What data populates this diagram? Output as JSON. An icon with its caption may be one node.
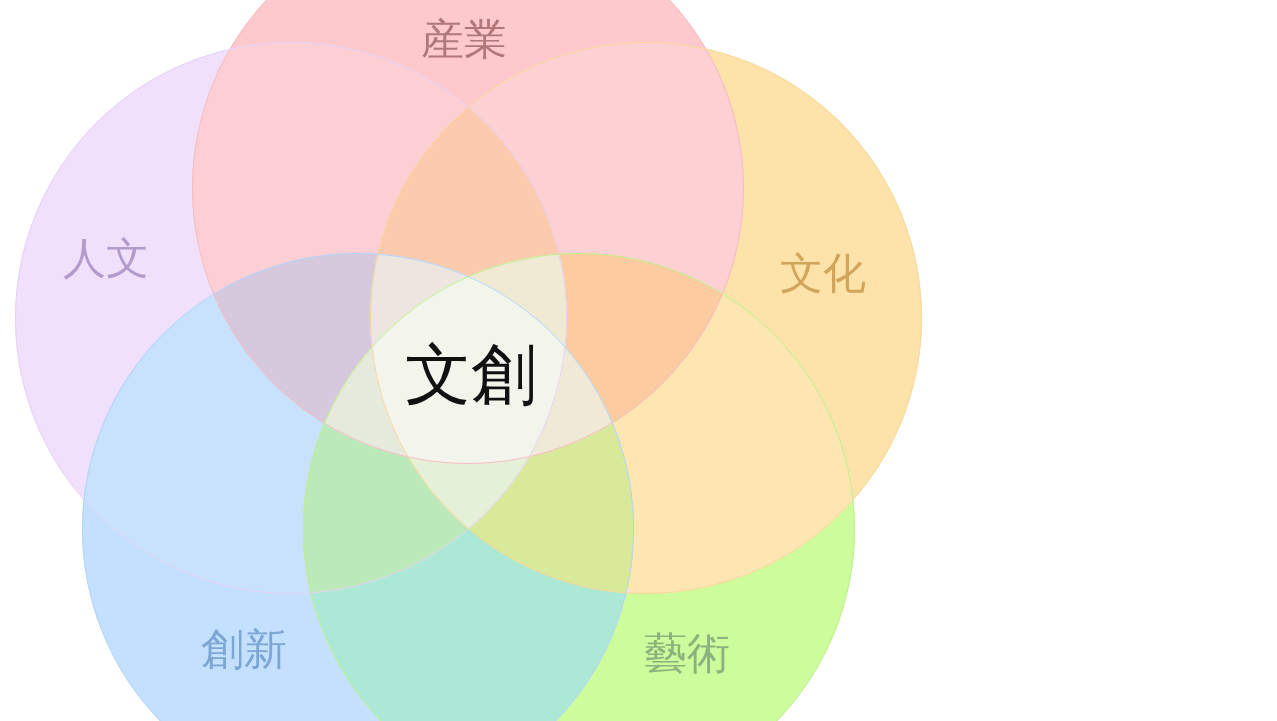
{
  "diagram": {
    "nodes": [
      {
        "text": [
          "産業"
        ]
      },
      {
        "text": [
          "人文"
        ]
      },
      {
        "text": [
          "文化"
        ]
      },
      {
        "text": [
          "創新"
        ]
      },
      {
        "text": [
          "藝術"
        ]
      }
    ],
    "labels": [
      "文創"
    ]
  }
}
